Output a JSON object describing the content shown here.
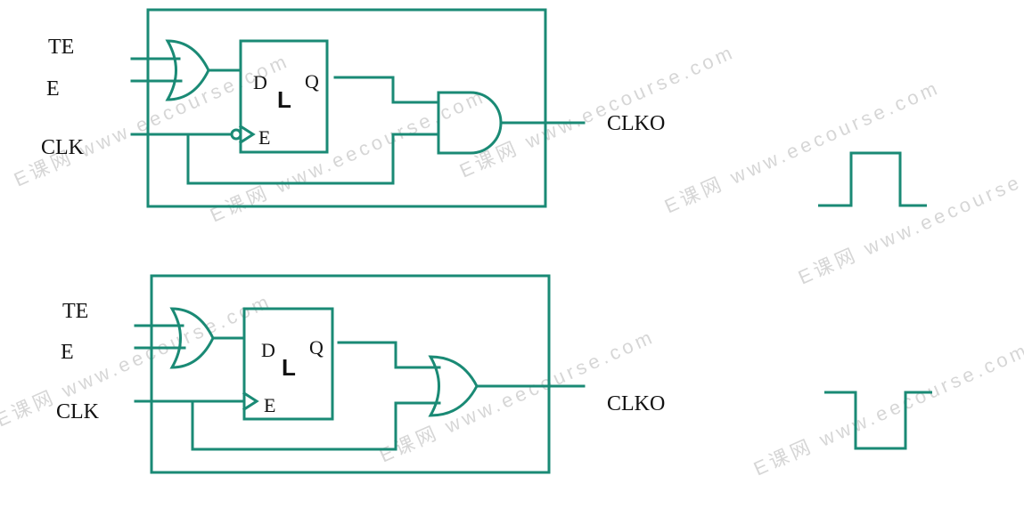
{
  "colors": {
    "wire": "#1a8a75",
    "background": "#ffffff",
    "text": "#111111",
    "watermark": "#d6d6d6"
  },
  "circuit_top": {
    "input_te": "TE",
    "input_e": "E",
    "input_clk": "CLK",
    "latch_d": "D",
    "latch_q": "Q",
    "latch_e": "E",
    "latch_name": "L",
    "output": "CLKO",
    "gate_type": "AND",
    "clock_pin": "inverted"
  },
  "circuit_bottom": {
    "input_te": "TE",
    "input_e": "E",
    "input_clk": "CLK",
    "latch_d": "D",
    "latch_q": "Q",
    "latch_e": "E",
    "latch_name": "L",
    "output": "CLKO",
    "gate_type": "OR",
    "clock_pin": "normal"
  },
  "waveform_top": {
    "shape": "high pulse"
  },
  "waveform_bottom": {
    "shape": "low pulse"
  },
  "watermark": {
    "text": "E课网 www.eecourse.com"
  }
}
